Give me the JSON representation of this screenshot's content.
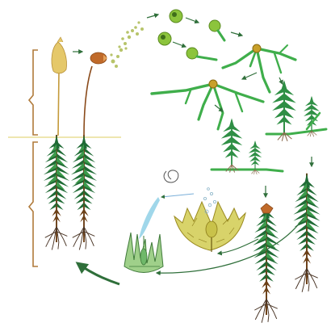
{
  "figure": {
    "subject": "moss life cycle",
    "labels": []
  },
  "colors": {
    "background": "#ffffff",
    "leaf_dark": "#1f6b35",
    "leaf_mid": "#2f8f45",
    "leaf_light": "#5ab84f",
    "stem": "#6b3f16",
    "root": "#4a3526",
    "capsule_yellow": "#e5c86a",
    "capsule_orange": "#c06a2a",
    "spore": "#b7c46a",
    "protonema": "#3fae4b",
    "bracket": "#b07a3a",
    "divider": "#e8dd95",
    "tissue_yellow": "#d8d36a",
    "tissue_green": "#9fd08a",
    "sperm_blue": "#8fd0e6",
    "arrow": "#2f6f3a"
  },
  "stages": [
    {
      "name": "gametophyte-pair",
      "icon": "moss-plant-icon"
    },
    {
      "name": "sporophyte-capsules",
      "icon": "capsule-icon"
    },
    {
      "name": "spores",
      "icon": "spore-icon"
    },
    {
      "name": "germination",
      "icon": "germinating-spore-icon"
    },
    {
      "name": "protonema",
      "icon": "protonema-icon"
    },
    {
      "name": "young-gametophytes",
      "icon": "sprout-icon"
    },
    {
      "name": "male-female-plants",
      "icon": "moss-plant-icon"
    },
    {
      "name": "antheridium",
      "icon": "antheridium-icon"
    },
    {
      "name": "sperm",
      "icon": "sperm-icon"
    },
    {
      "name": "archegonium",
      "icon": "archegonium-icon"
    }
  ]
}
